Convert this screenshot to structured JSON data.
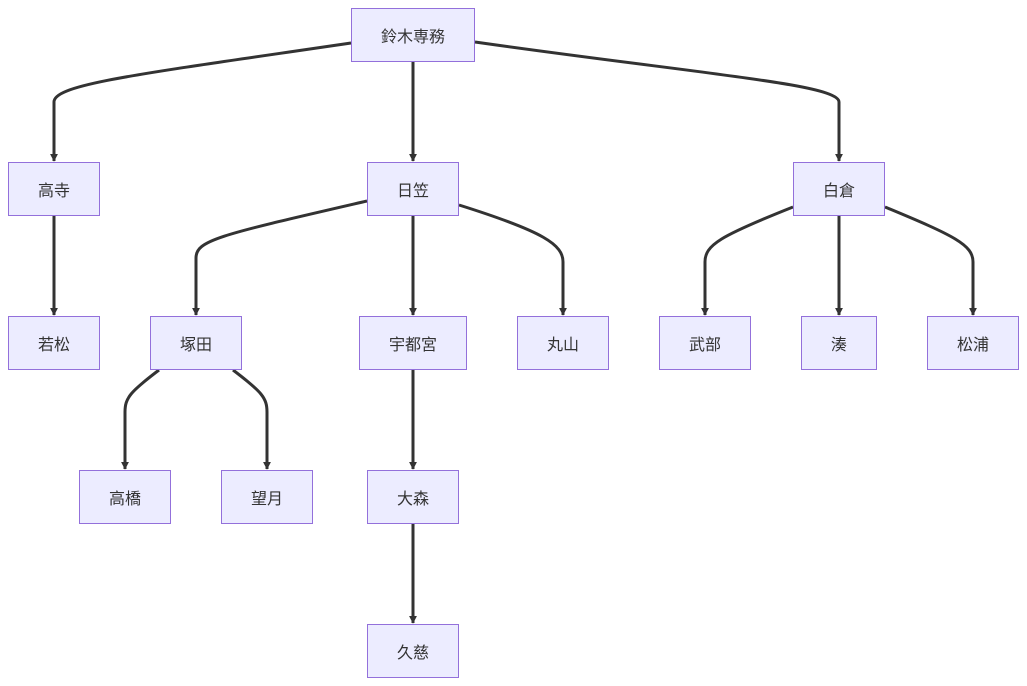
{
  "diagram": {
    "colors": {
      "node_fill": "#ececff",
      "node_border": "#9370db",
      "edge": "#333333",
      "text": "#333333"
    },
    "nodes": {
      "suzuki": "鈴木専務",
      "takadera": "高寺",
      "kasa": "日笠",
      "shirakura": "白倉",
      "wakamatsu": "若松",
      "tsukada": "塚田",
      "utsunomiya": "宇都宮",
      "maruyama": "丸山",
      "takebe": "武部",
      "minato": "湊",
      "matsuura": "松浦",
      "takahashi": "高橋",
      "mochizuki": "望月",
      "omori": "大森",
      "kuji": "久慈"
    },
    "edges": [
      [
        "suzuki",
        "takadera"
      ],
      [
        "suzuki",
        "kasa"
      ],
      [
        "suzuki",
        "shirakura"
      ],
      [
        "takadera",
        "wakamatsu"
      ],
      [
        "kasa",
        "tsukada"
      ],
      [
        "kasa",
        "utsunomiya"
      ],
      [
        "kasa",
        "maruyama"
      ],
      [
        "shirakura",
        "takebe"
      ],
      [
        "shirakura",
        "minato"
      ],
      [
        "shirakura",
        "matsuura"
      ],
      [
        "tsukada",
        "takahashi"
      ],
      [
        "tsukada",
        "mochizuki"
      ],
      [
        "utsunomiya",
        "omori"
      ],
      [
        "omori",
        "kuji"
      ]
    ]
  }
}
